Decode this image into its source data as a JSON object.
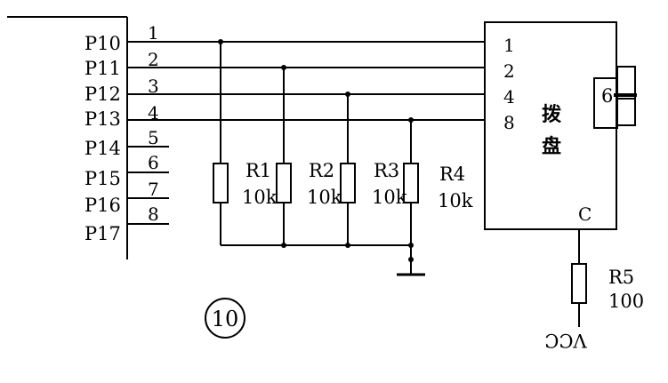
{
  "port_labels": [
    "P10",
    "P11",
    "P12",
    "P13",
    "P14",
    "P15",
    "P16",
    "P17"
  ],
  "line_numbers": [
    "1",
    "2",
    "3",
    "4",
    "5",
    "6",
    "7",
    "8"
  ],
  "resistors": [
    {
      "name": "R1",
      "value": "10k"
    },
    {
      "name": "R2",
      "value": "10k"
    },
    {
      "name": "R3",
      "value": "10k"
    },
    {
      "name": "R4",
      "value": "10k"
    }
  ],
  "dial": {
    "pins": [
      "1",
      "2",
      "4",
      "8"
    ],
    "label_line1": "拨",
    "label_line2": "盘",
    "knob": "6",
    "common_pin": "C"
  },
  "r5": {
    "name": "R5",
    "value": "100"
  },
  "vcc": "VCC",
  "figure_number": "10"
}
